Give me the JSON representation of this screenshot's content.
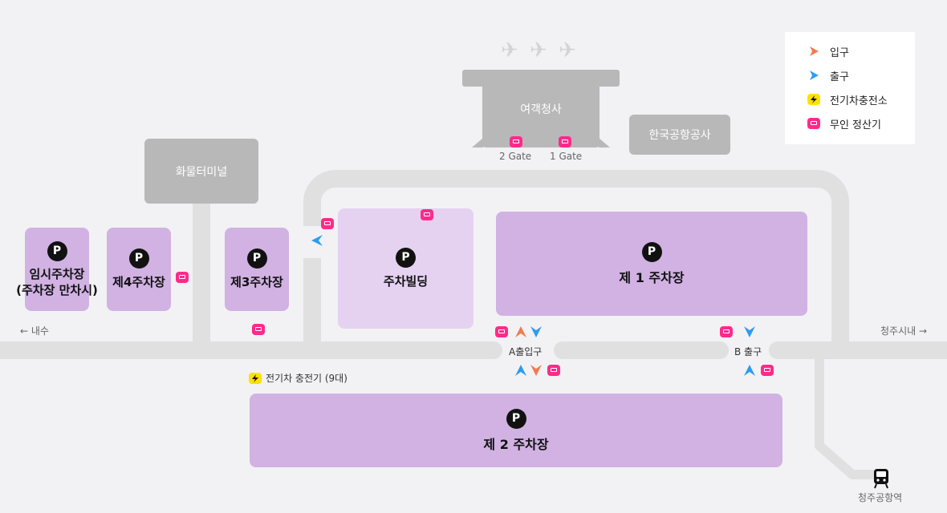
{
  "legend": {
    "entrance": "입구",
    "exit": "출구",
    "ev_charger": "전기차충전소",
    "payment": "무인 정산기"
  },
  "buildings": {
    "terminal": "여객청사",
    "kac": "한국공항공사",
    "cargo": "화물터미널"
  },
  "gates": {
    "gate2": "2 Gate",
    "gate1": "1 Gate"
  },
  "parking": {
    "pin": "P",
    "temp_line1": "임시주차장",
    "temp_line2": "(주차장 만차시)",
    "lot4": "제4주차장",
    "lot3": "제3주차장",
    "building": "주차빌딩",
    "lot1": "제 1 주차장",
    "lot2": "제 2 주차장"
  },
  "roads": {
    "left_direction": "← 내수",
    "right_direction": "청주시내 →",
    "a_gate": "A출입구",
    "b_exit": "B 출구",
    "ev_note": "전기차 충전기 (9대)",
    "station": "청주공항역"
  },
  "colors": {
    "entrance": "#f27a4e",
    "exit": "#2e9cf0",
    "payment": "#ff2a8a",
    "ev": "#ffe100",
    "lot": "#d1b2e3",
    "lot_light": "#e5d2f1",
    "building": "#b8b8b8",
    "road": "#e0e0e0"
  }
}
